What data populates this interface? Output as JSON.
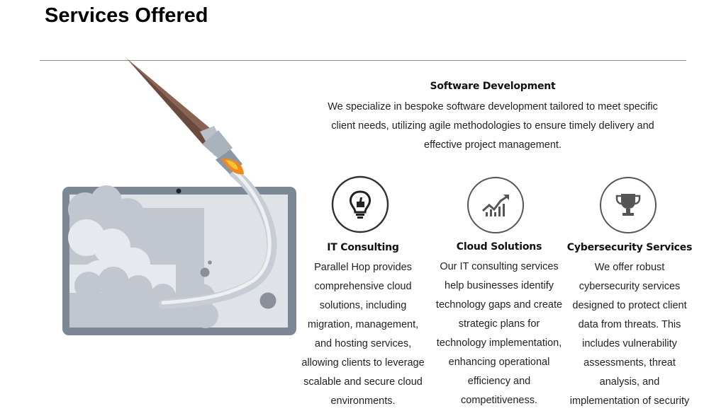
{
  "page": {
    "title": "Services Offered"
  },
  "software": {
    "title": "Software Development",
    "description": "We specialize in bespoke software development tailored to meet specific client needs, utilizing agile methodologies to ensure timely delivery and effective project management."
  },
  "services": [
    {
      "icon": "lightbulb-thumbs-up-icon",
      "title": "IT Consulting",
      "description": "Parallel Hop provides comprehensive cloud solutions, including migration, management, and hosting services, allowing clients to leverage scalable and secure cloud environments."
    },
    {
      "icon": "growth-chart-icon",
      "title": "Cloud Solutions",
      "description": "Our IT consulting services help businesses identify technology gaps and create strategic plans for technology implementation, enhancing operational efficiency and competitiveness."
    },
    {
      "icon": "trophy-icon",
      "title": "Cybersecurity Services",
      "description": "We offer robust cybersecurity services designed to protect client data from threats. This includes vulnerability assessments, threat analysis, and implementation of security"
    }
  ],
  "colors": {
    "tablet_frame": "#7d8896",
    "tablet_screen": "#dfe3e8",
    "rocket_body": "#6b4a3e",
    "rocket_fin": "#8d96a3",
    "flame": "#f08a1c",
    "icon_ring": "#333333"
  }
}
